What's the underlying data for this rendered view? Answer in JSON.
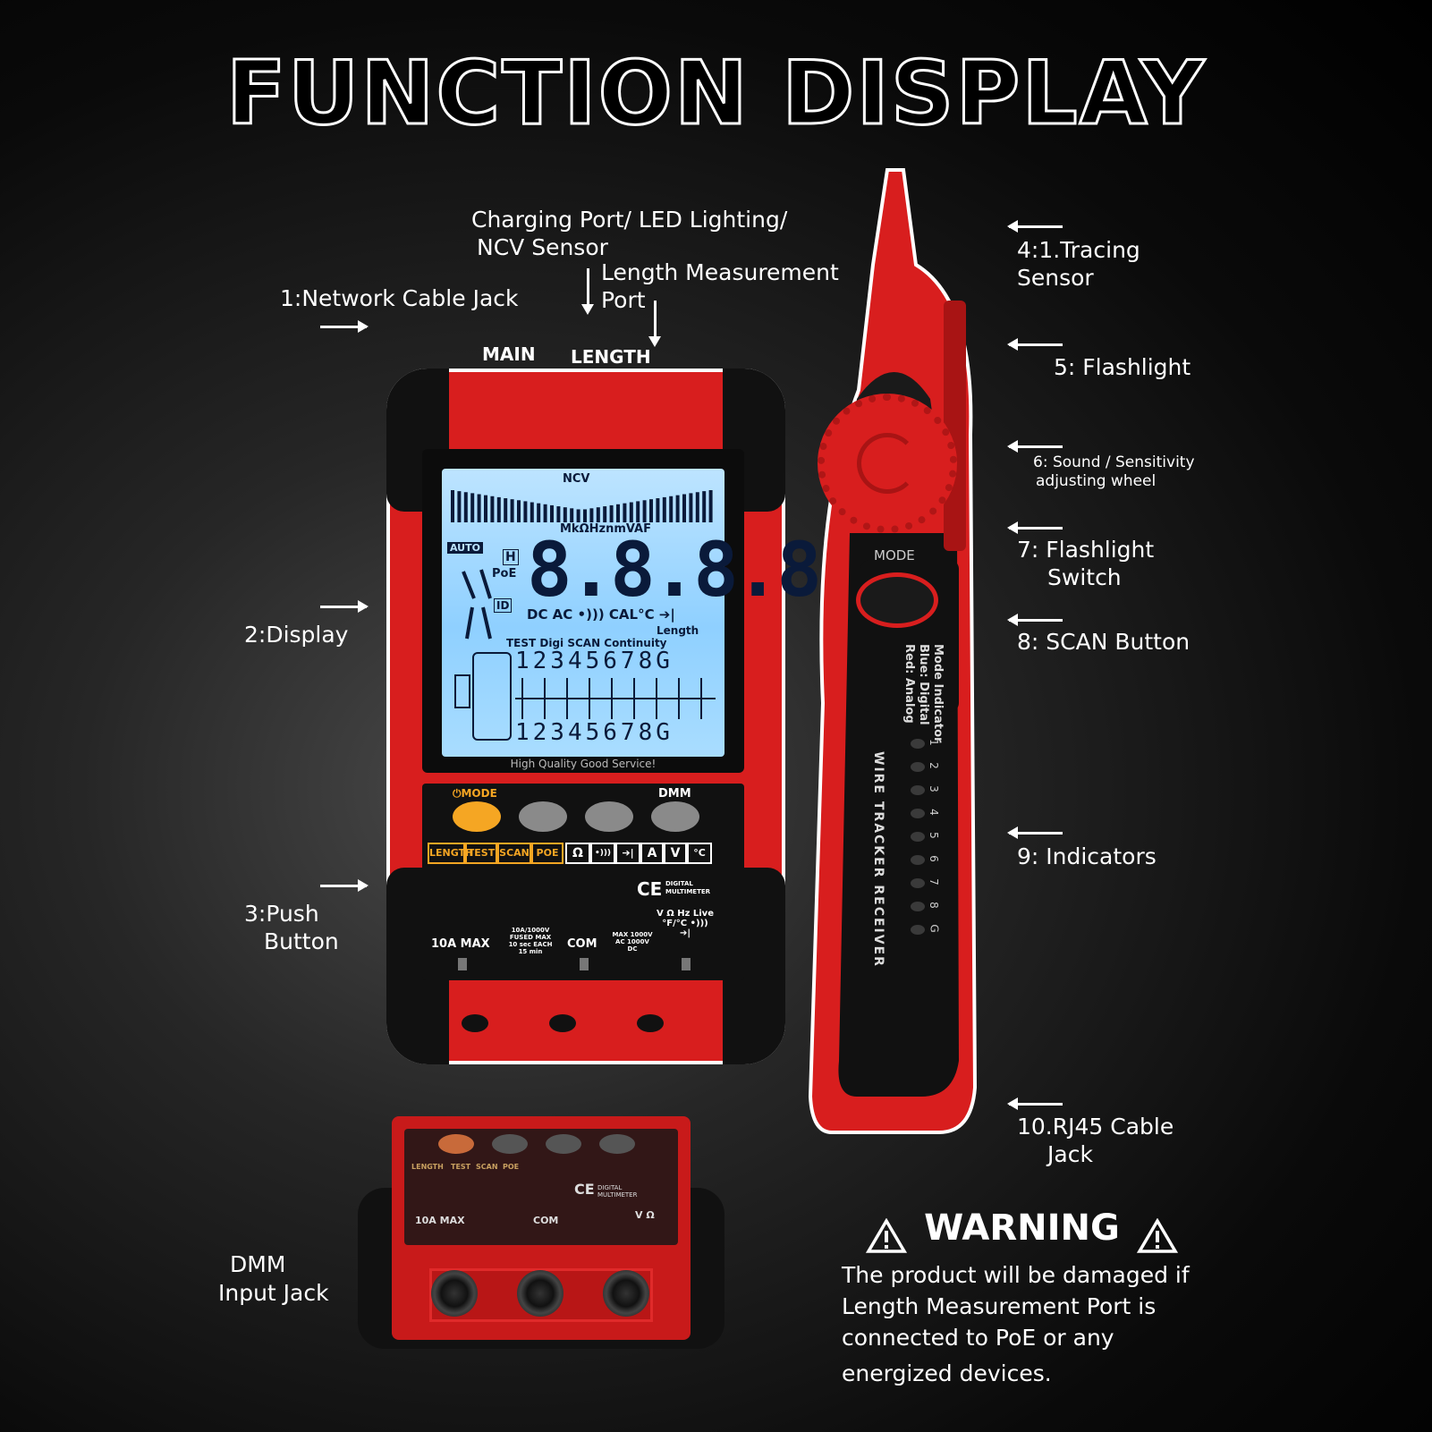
{
  "title": "FUNCTION DISPLAY",
  "labels": {
    "charging": [
      "Charging Port/ LED Lighting/",
      "NCV Sensor"
    ],
    "length_port": [
      "Length Measurement",
      "Port"
    ],
    "network_jack": "1:Network Cable Jack",
    "main": "MAIN",
    "length": "LENGTH",
    "display": "2:Display",
    "push_button": [
      "3:Push",
      "Button"
    ],
    "dmm_jack": [
      "DMM",
      "Input Jack"
    ],
    "tracing": [
      "4:1.Tracing",
      "Sensor"
    ],
    "flashlight": "5: Flashlight",
    "sound": [
      "6: Sound / Sensitivity",
      "adjusting wheel"
    ],
    "flash_switch": [
      "7: Flashlight",
      "Switch"
    ],
    "scan_button": "8: SCAN Button",
    "indicators": "9: Indicators",
    "rj45": [
      "10.RJ45 Cable",
      "Jack"
    ]
  },
  "warning": {
    "title": "WARNING",
    "lines": [
      "The product will be damaged if",
      "Length Measurement Port is",
      "connected to PoE or any",
      "energized devices."
    ]
  },
  "device": {
    "lcd": {
      "ncv": "NCV",
      "units": "MkΩHznmVAF",
      "auto": "AUTO",
      "h": "H",
      "poe": "PoE",
      "id": "ID",
      "digits": "8.8.8.8",
      "mode_row": "DC AC •))) CAL°C ➔|",
      "length_lbl": "Length",
      "test_row": "TEST Digi SCAN Continuity",
      "nums_top": "12345678G",
      "nums_bot": "12345678G"
    },
    "slogan": "High Quality Good Service!",
    "mode_btn": "⏻MODE",
    "dmm_btn": "DMM",
    "fn_keys": [
      "LENGTH",
      "TEST",
      "SCAN",
      "POE"
    ],
    "sym_keys": [
      "Ω",
      "•)))",
      "➔|",
      "A",
      "V",
      "°C"
    ],
    "ce": "CE",
    "ce_sub": [
      "DIGITAL",
      "MULTIMETER"
    ],
    "jack_labels": [
      "10A MAX",
      "10A/1000V FUSED MAX 10 sec EACH 15 min",
      "COM",
      "MAX 1000V AC 1000V DC",
      "V Ω Hz Live °F/°C •))) ➔|"
    ]
  },
  "receiver": {
    "mode": "MODE",
    "indicator_lines": [
      "Mode Indicator",
      "Blue: Digital",
      "Red: Analog"
    ],
    "brand": "WIRE TRACKER RECEIVER",
    "led_nums": [
      "1",
      "2",
      "3",
      "4",
      "5",
      "6",
      "7",
      "8",
      "G"
    ]
  },
  "dmm_bottom": {
    "labels": [
      "LENGTH",
      "TEST",
      "SCAN",
      "POE"
    ],
    "jack": [
      "10A MAX",
      "COM",
      "V Ω"
    ],
    "ce": "CE",
    "ce_sub": "DIGITAL MULTIMETER"
  }
}
